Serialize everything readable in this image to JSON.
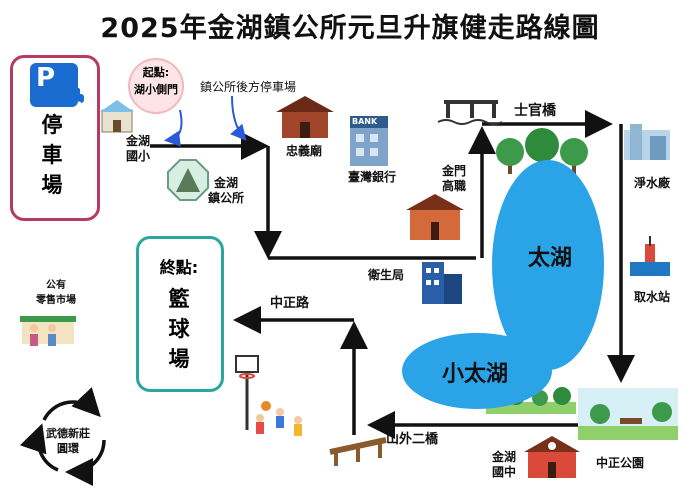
{
  "title": "2025年金湖鎮公所元旦升旗健走路線圖",
  "parking": {
    "letter": "P",
    "chars": [
      "停",
      "車",
      "場"
    ]
  },
  "start": {
    "line1": "起點:",
    "line2": "湖小側門"
  },
  "finish": {
    "title": "終點:",
    "chars": [
      "籃",
      "球",
      "場"
    ]
  },
  "lakes": {
    "big": "太湖",
    "small": "小太湖"
  },
  "circle_label": {
    "line1": "武德新莊",
    "line2": "圓環"
  },
  "places": {
    "rear_parking": "鎮公所後方停車場",
    "jinhu_elem_1": "金湖",
    "jinhu_elem_2": "國小",
    "zhongyi_temple": "忠義廟",
    "taiwan_bank": "臺灣銀行",
    "town_office_1": "金湖",
    "town_office_2": "鎮公所",
    "jinmen_high_1": "金門",
    "jinmen_high_2": "高職",
    "health_bureau": "衛生局",
    "shiguan_bridge": "士官橋",
    "water_plant": "淨水廠",
    "intake_station": "取水站",
    "zhongzheng_park": "中正公園",
    "jinhu_junior_1": "金湖",
    "jinhu_junior_2": "國中",
    "shanwai_bridge": "山外二橋",
    "zhongzheng_road": "中正路",
    "market_1": "公有",
    "market_2": "零售市場"
  },
  "bank_sign": "BANK",
  "colors": {
    "arrow": "#111111",
    "lake": "#2aa3e7",
    "parking_border": "#b53a64",
    "finish_border": "#2aa6a0",
    "parking_sign": "#1b6cd1"
  }
}
